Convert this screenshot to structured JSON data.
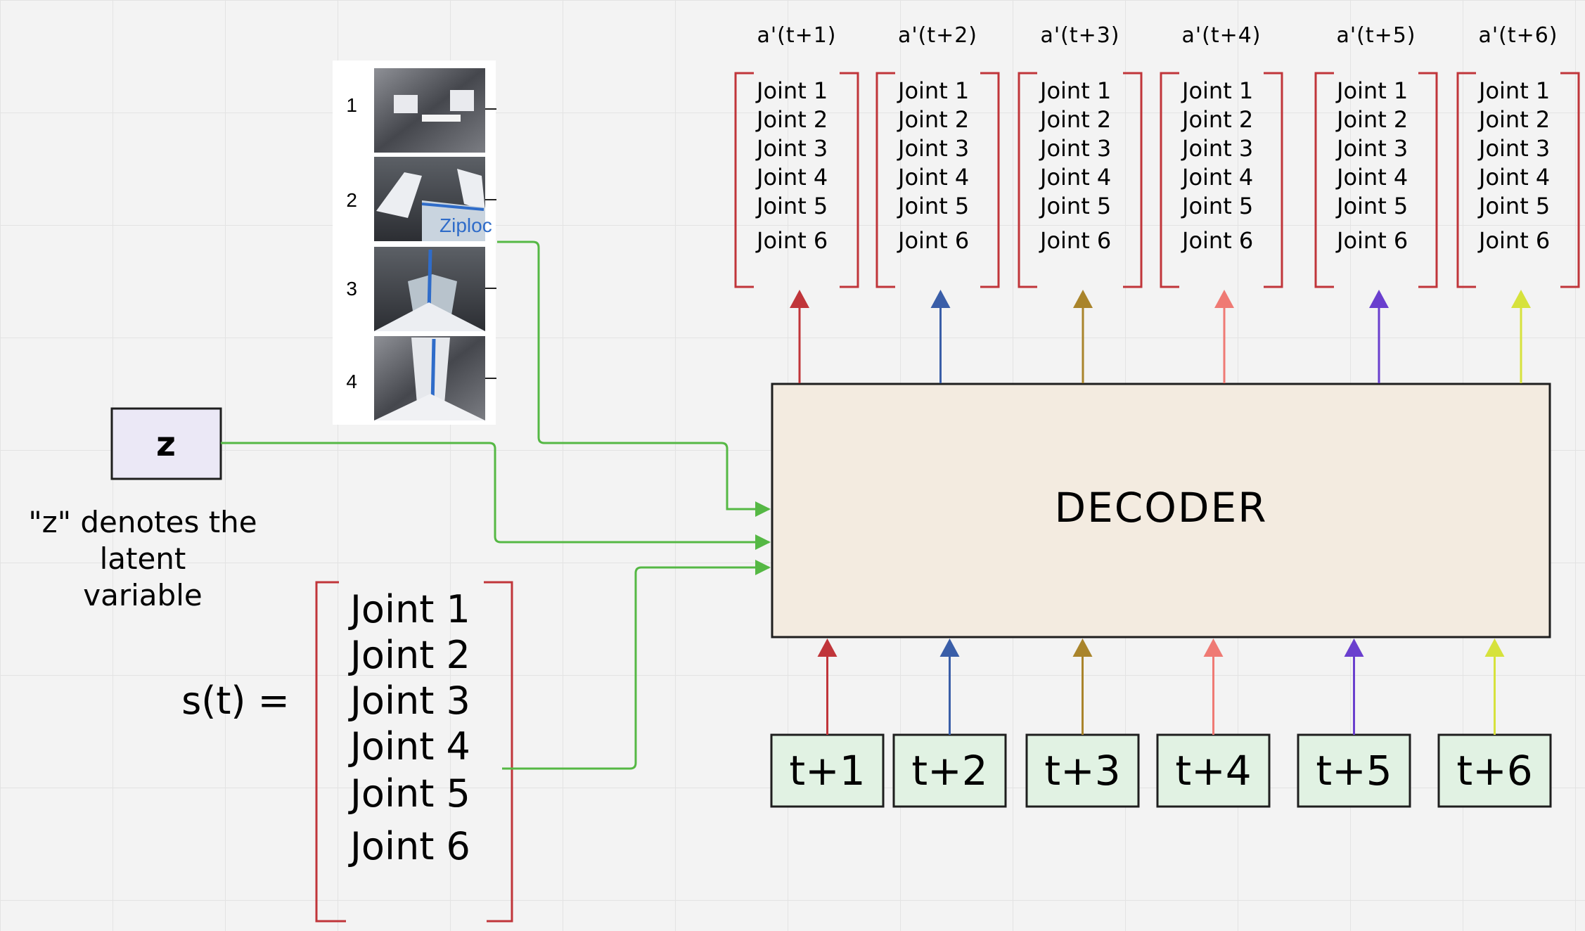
{
  "colors": {
    "red": "#c0353a",
    "blue": "#3a5ea8",
    "gold": "#a9842b",
    "salmon": "#ef7a74",
    "purple": "#6a3fce",
    "lime": "#d6e23c",
    "green": "#55b844",
    "decoder_fill": "#f3ebe0",
    "time_fill": "#e1f2e3",
    "z_fill": "#ebe8f6"
  },
  "decoder": {
    "label": "DECODER"
  },
  "latent": {
    "label": "z",
    "note_line1": "\"z\" denotes the",
    "note_line2": "latent",
    "note_line3": "variable"
  },
  "state": {
    "label": "s(t) =",
    "joints": [
      "Joint 1",
      "Joint 2",
      "Joint 3",
      "Joint 4",
      "Joint 5",
      "Joint 6"
    ]
  },
  "images": {
    "frames": [
      "1",
      "2",
      "3",
      "4"
    ],
    "overlay_text": "Ziploc"
  },
  "outputs": [
    {
      "label": "a'(t+1)",
      "color": "red",
      "joints": [
        "Joint 1",
        "Joint 2",
        "Joint 3",
        "Joint 4",
        "Joint 5",
        "Joint 6"
      ]
    },
    {
      "label": "a'(t+2)",
      "color": "blue",
      "joints": [
        "Joint 1",
        "Joint 2",
        "Joint 3",
        "Joint 4",
        "Joint 5",
        "Joint 6"
      ]
    },
    {
      "label": "a'(t+3)",
      "color": "gold",
      "joints": [
        "Joint 1",
        "Joint 2",
        "Joint 3",
        "Joint 4",
        "Joint 5",
        "Joint 6"
      ]
    },
    {
      "label": "a'(t+4)",
      "color": "salmon",
      "joints": [
        "Joint 1",
        "Joint 2",
        "Joint 3",
        "Joint 4",
        "Joint 5",
        "Joint 6"
      ]
    },
    {
      "label": "a'(t+5)",
      "color": "purple",
      "joints": [
        "Joint 1",
        "Joint 2",
        "Joint 3",
        "Joint 4",
        "Joint 5",
        "Joint 6"
      ]
    },
    {
      "label": "a'(t+6)",
      "color": "lime",
      "joints": [
        "Joint 1",
        "Joint 2",
        "Joint 3",
        "Joint 4",
        "Joint 5",
        "Joint 6"
      ]
    }
  ],
  "timesteps": [
    {
      "label": "t+1",
      "color": "red"
    },
    {
      "label": "t+2",
      "color": "blue"
    },
    {
      "label": "t+3",
      "color": "gold"
    },
    {
      "label": "t+4",
      "color": "salmon"
    },
    {
      "label": "t+5",
      "color": "purple"
    },
    {
      "label": "t+6",
      "color": "lime"
    }
  ]
}
